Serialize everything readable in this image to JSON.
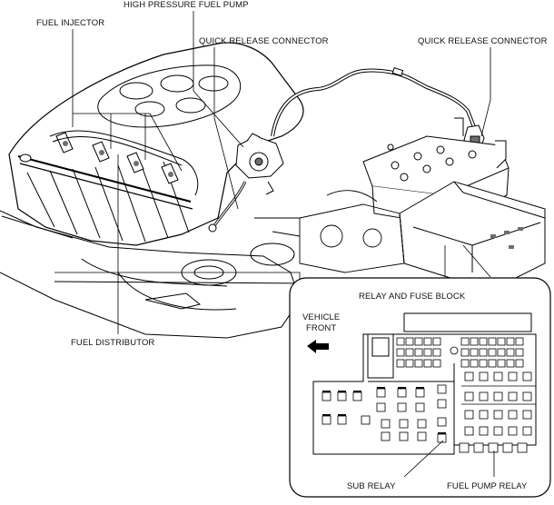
{
  "labels": {
    "fuel_injector": "FUEL INJECTOR",
    "high_pressure_fuel_pump": "HIGH PRESSURE FUEL PUMP",
    "quick_release_connector_left": "QUICK RELEASE CONNECTOR",
    "quick_release_connector_right": "QUICK RELEASE CONNECTOR",
    "fuel_distributor": "FUEL DISTRIBUTOR",
    "relay_and_fuse_block": "RELAY AND FUSE BLOCK",
    "vehicle_front_line1": "VEHICLE",
    "vehicle_front_line2": "FRONT",
    "sub_relay": "SUB RELAY",
    "fuel_pump_relay": "FUEL PUMP RELAY"
  },
  "colors": {
    "line": "#000000",
    "background": "#ffffff",
    "shade": "#6e6e6e"
  }
}
